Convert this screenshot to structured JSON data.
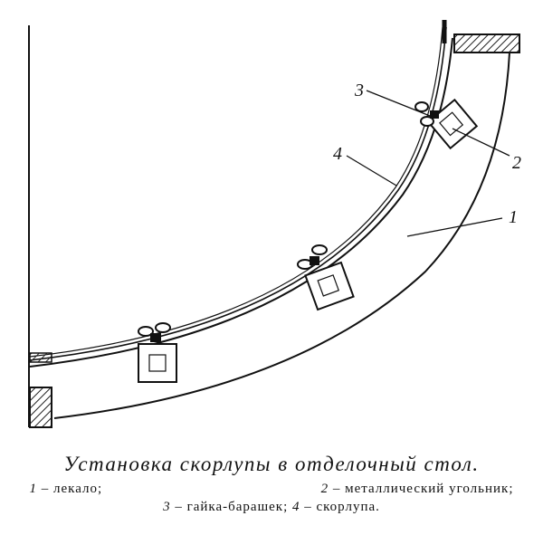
{
  "labels": {
    "n1": "1",
    "n2": "2",
    "n3": "3",
    "n4": "4"
  },
  "caption": {
    "title": "Установка скорлупы в отделочный стол.",
    "legend": [
      {
        "num": "1",
        "text": " – лекало;"
      },
      {
        "num": "2",
        "text": " – металлический угольник;"
      },
      {
        "num": "3",
        "text": " – гайка-барашек;"
      },
      {
        "num": "4",
        "text": " – скорлупа."
      }
    ]
  }
}
